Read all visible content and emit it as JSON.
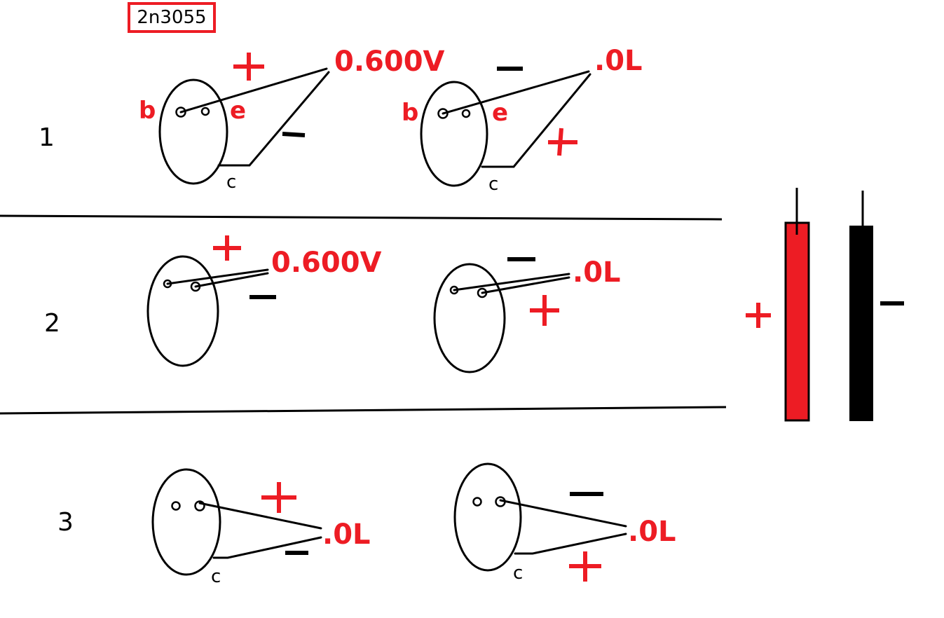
{
  "title": "2n3055",
  "rows": [
    {
      "number": "1"
    },
    {
      "number": "2"
    },
    {
      "number": "3"
    }
  ],
  "readings": {
    "r1_left": "0.600V",
    "r1_right": ".0L",
    "r2_left": "0.600V",
    "r2_right": ".0L",
    "r3_left": ".0L",
    "r3_right": ".0L"
  },
  "pin_labels": {
    "base": "b",
    "emitter": "e",
    "collector": "c"
  },
  "probe_colors": {
    "positive": "#ed1c24",
    "negative": "#000000"
  }
}
